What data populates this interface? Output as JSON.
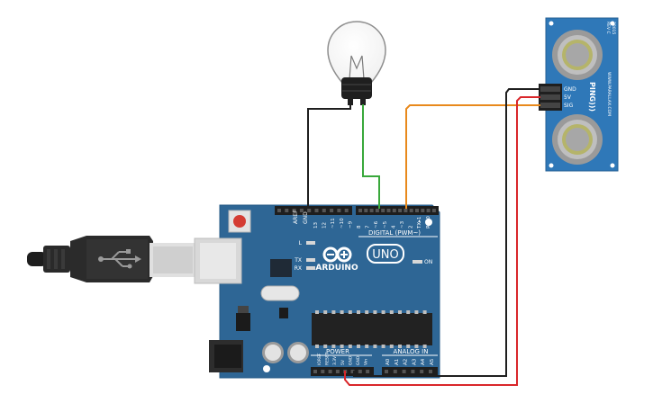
{
  "board": {
    "aref": "AREF",
    "gnd": "GND",
    "digital_label": "DIGITAL (PWM~)",
    "digital_pins": [
      "13",
      "12",
      "~11",
      "~10",
      "~9",
      "8",
      "7",
      "~6",
      "~5",
      "4",
      "~3",
      "2",
      "TX▸1",
      "RX◂0"
    ],
    "led_l": "L",
    "led_tx": "TX",
    "led_rx": "RX",
    "on_label": "ON",
    "brand": "ARDUINO",
    "model": "UNO",
    "power_label": "POWER",
    "analog_label": "ANALOG IN",
    "power_pins": [
      "IOREF",
      "RESET",
      "3.3V",
      "5V",
      "GND",
      "GND",
      "Vin"
    ],
    "analog_pins": [
      "A0",
      "A1",
      "A2",
      "A3",
      "A4",
      "A5"
    ]
  },
  "sensor": {
    "pins": [
      "GND",
      "5V",
      "SIG"
    ],
    "name": "PING)))",
    "url": "WWW.PARALLAX.COM",
    "model_code": "28015",
    "rev": "REV C"
  },
  "colors": {
    "board": "#2e6695",
    "board_edge": "#245a86",
    "wire_gnd": "#1f1f1f",
    "wire_5v": "#d9262a",
    "wire_sig": "#e8891c",
    "wire_bulb": "#39a83b",
    "sensor_pcb": "#2f78b8"
  }
}
